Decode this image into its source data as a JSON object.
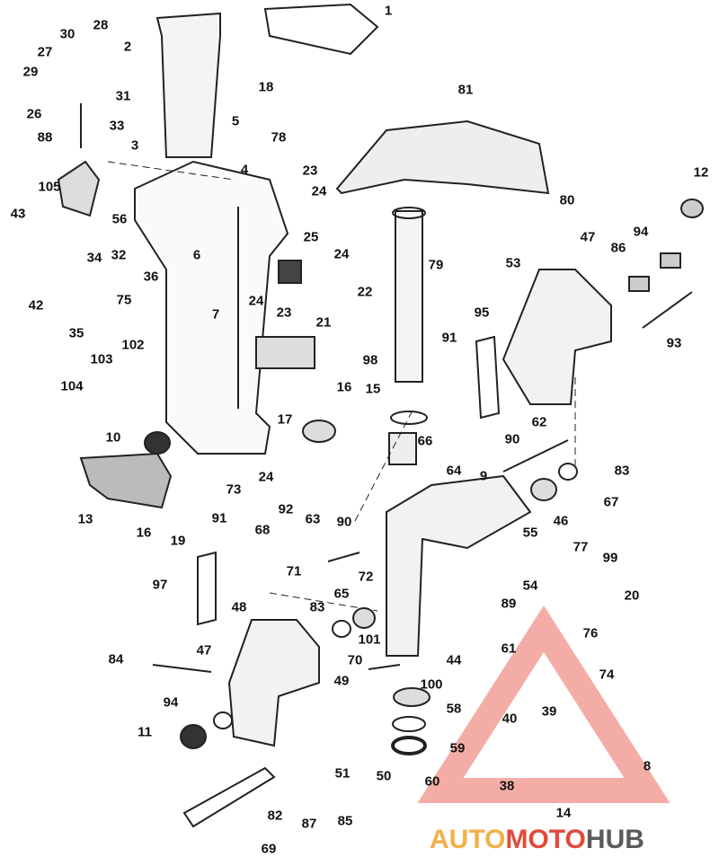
{
  "diagram": {
    "title": "Outboard midsection / swivel bracket exploded parts diagram",
    "part_labels": [
      "1",
      "28",
      "30",
      "2",
      "27",
      "29",
      "31",
      "18",
      "26",
      "33",
      "5",
      "81",
      "88",
      "78",
      "3",
      "4",
      "23",
      "24",
      "12",
      "105",
      "80",
      "43",
      "56",
      "25",
      "47",
      "94",
      "86",
      "34",
      "32",
      "24",
      "6",
      "53",
      "79",
      "42",
      "36",
      "75",
      "24",
      "23",
      "7",
      "22",
      "95",
      "35",
      "102",
      "21",
      "93",
      "91",
      "103",
      "98",
      "104",
      "16",
      "15",
      "17",
      "10",
      "66",
      "62",
      "90",
      "83",
      "64",
      "24",
      "73",
      "9",
      "67",
      "13",
      "16",
      "19",
      "91",
      "92",
      "63",
      "90",
      "46",
      "55",
      "68",
      "77",
      "99",
      "72",
      "71",
      "65",
      "54",
      "97",
      "89",
      "20",
      "48",
      "83",
      "76",
      "101",
      "61",
      "84",
      "47",
      "70",
      "44",
      "74",
      "100",
      "49",
      "58",
      "40",
      "39",
      "94",
      "11",
      "59",
      "8",
      "51",
      "50",
      "60",
      "38",
      "14",
      "82",
      "87",
      "85",
      "69"
    ]
  },
  "watermark": {
    "part1": "AUTO",
    "part2": "MOTO",
    "part3": "HUB",
    "colors": {
      "auto": "#f2b04a",
      "moto": "#e04a3a",
      "hub": "#5a5a5a",
      "triangle": "#f08a80"
    }
  }
}
